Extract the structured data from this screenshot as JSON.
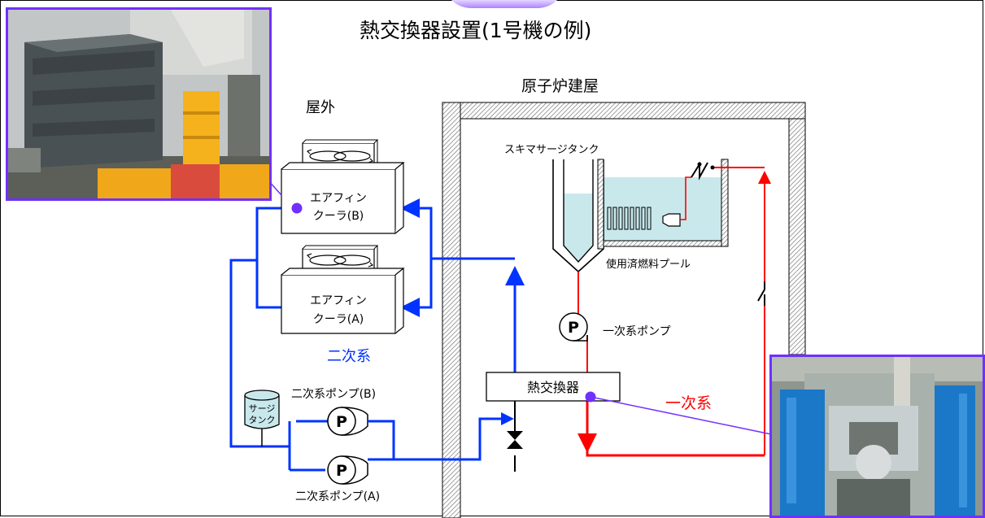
{
  "title": "熱交換器設置(1号機の例)",
  "reactor_building": "原子炉建屋",
  "outdoor": "屋外",
  "skimmer_tank": "スキマサージタンク",
  "spent_fuel_pool": "使用済燃料プール",
  "primary_pump_label": "一次系ポンプ",
  "heat_exchanger": "熱交換器",
  "primary_system": "一次系",
  "secondary_system": "二次系",
  "cooler_b": [
    "エアフィン",
    "クーラ(B)"
  ],
  "cooler_a": [
    "エアフィン",
    "クーラ(A)"
  ],
  "secondary_pump_b": "二次系ポンプ(B)",
  "secondary_pump_a": "二次系ポンプ(A)",
  "surge_tank": [
    "サージ",
    "タンク"
  ],
  "pump_symbol": "P",
  "colors": {
    "primary_loop": "#ff0000",
    "secondary_loop": "#0033ff",
    "photo_frame": "#7030ff",
    "pool_water": "#c8e8ec"
  }
}
